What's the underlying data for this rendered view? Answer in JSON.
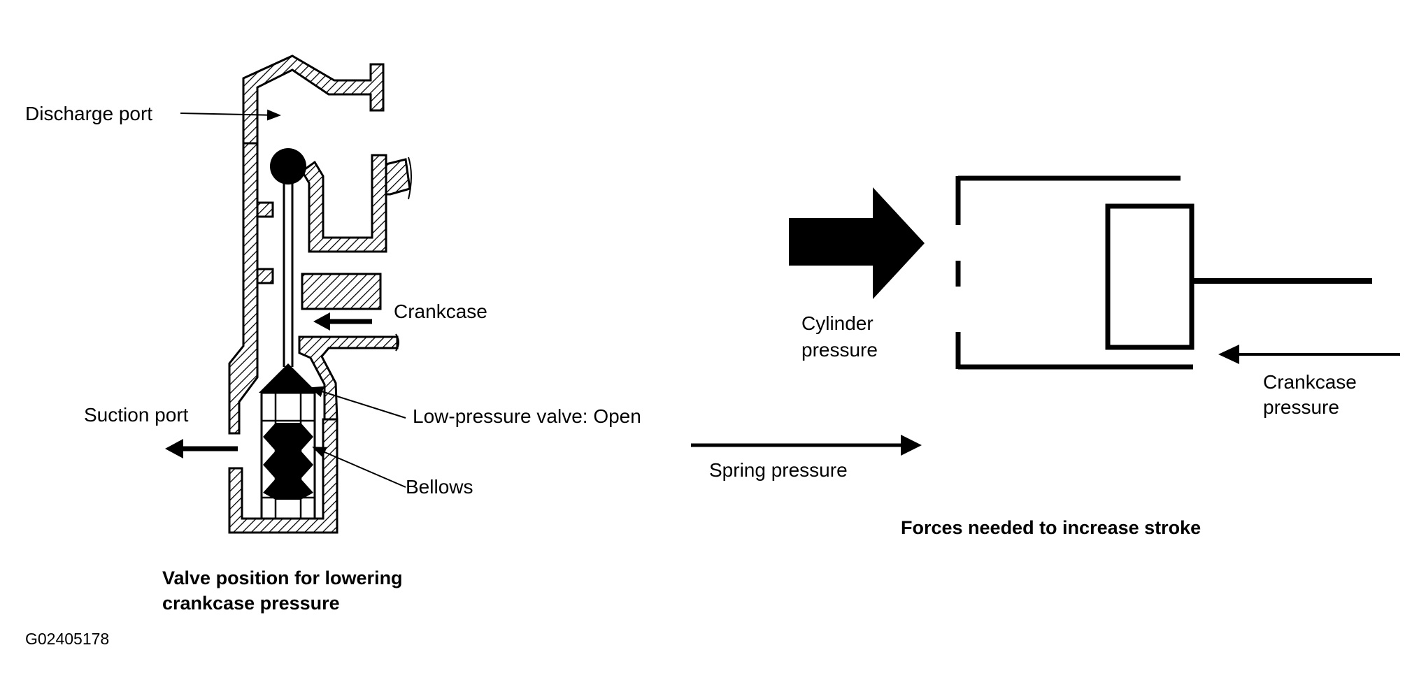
{
  "colors": {
    "ink": "#000000",
    "background": "#ffffff"
  },
  "valve": {
    "discharge_port": "Discharge port",
    "crankcase": "Crankcase",
    "suction_port": "Suction port",
    "low_pressure_valve": "Low-pressure valve: Open",
    "bellows": "Bellows",
    "caption_line1": "Valve position for lowering",
    "caption_line2": "crankcase pressure"
  },
  "forces": {
    "cylinder_line1": "Cylinder",
    "cylinder_line2": "pressure",
    "crankcase_line1": "Crankcase",
    "crankcase_line2": "pressure",
    "spring": "Spring pressure",
    "caption": "Forces needed to increase stroke"
  },
  "figure_code": "G02405178"
}
